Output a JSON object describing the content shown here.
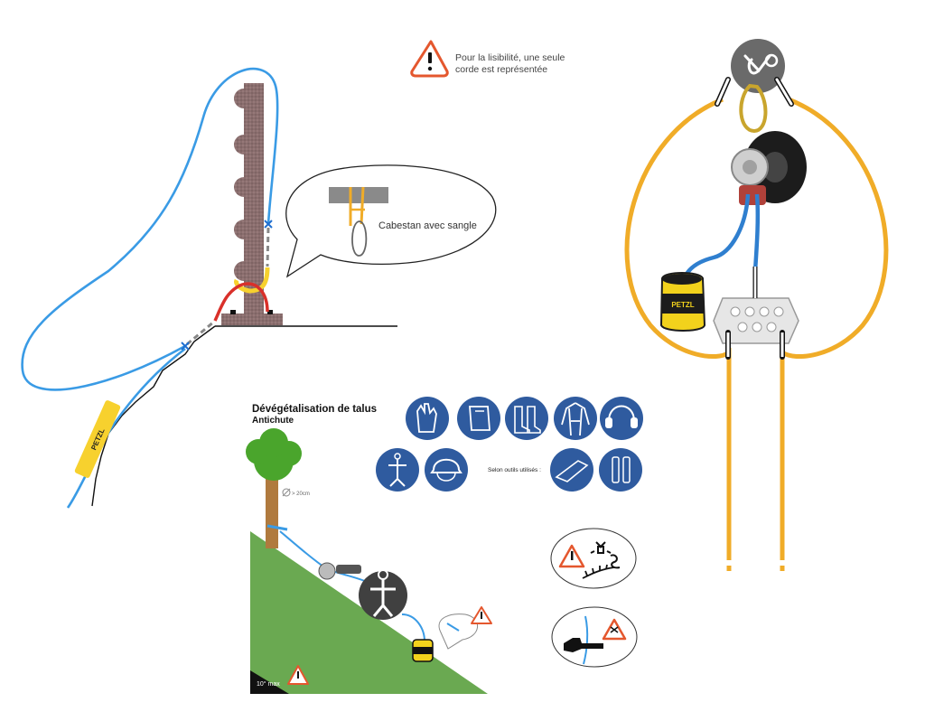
{
  "warning_note": {
    "line1": "Pour la lisibilité, une seule",
    "line2": "corde est représentée"
  },
  "callout": {
    "label": "Cabestan avec sangle"
  },
  "rope_sleeve_brand": "PETZL",
  "bag_brand": "PETZL",
  "talus": {
    "title": "Dévégétalisation de talus",
    "subtitle": "Antichute",
    "tree_diameter": "> 20cm",
    "slope_label": "10° max"
  },
  "ppe": {
    "selon_label": "Selon outils utilisés :",
    "icons": [
      "gloves-icon",
      "face-shield-icon",
      "boots-icon",
      "coverall-icon",
      "ear-protection-icon",
      "harness-icon",
      "helmet-icon",
      "leg-guard-icon",
      "chainsaw-trousers-icon"
    ]
  },
  "colors": {
    "blue_rope": "#3a9be5",
    "orange_rope": "#f0ac28",
    "red_rope": "#d9302a",
    "yellow_rope": "#f7d12e",
    "ppe_blue": "#2f5b9f",
    "warning_orange": "#e4572e",
    "grass": "#6aa951",
    "pole": "#8a6e6e"
  }
}
